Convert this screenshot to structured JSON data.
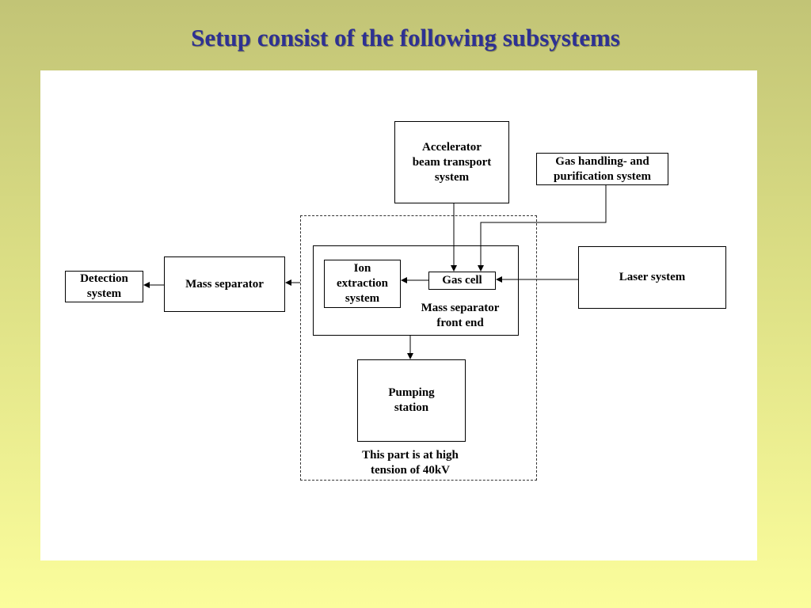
{
  "slide": {
    "title": "Setup consist of the following subsystems"
  },
  "diagram": {
    "nodes": {
      "accelerator": "Accelerator\nbeam transport\nsystem",
      "gas_handling": "Gas handling- and\npurification system",
      "detection": "Detection\nsystem",
      "mass_separator": "Mass separator",
      "ion_extraction": "Ion\nextraction\nsystem",
      "gas_cell": "Gas cell",
      "laser": "Laser system",
      "pumping": "Pumping\nstation"
    },
    "labels": {
      "front_end": "Mass separator\nfront end",
      "high_tension": "This part is at high\ntension of 40kV"
    },
    "edges": [
      {
        "from": "accelerator",
        "to": "gas_cell"
      },
      {
        "from": "gas_handling",
        "to": "gas_cell"
      },
      {
        "from": "laser",
        "to": "gas_cell"
      },
      {
        "from": "gas_cell",
        "to": "ion_extraction"
      },
      {
        "from": "front_end",
        "to": "mass_separator"
      },
      {
        "from": "mass_separator",
        "to": "detection"
      },
      {
        "from": "front_end",
        "to": "pumping"
      }
    ]
  }
}
